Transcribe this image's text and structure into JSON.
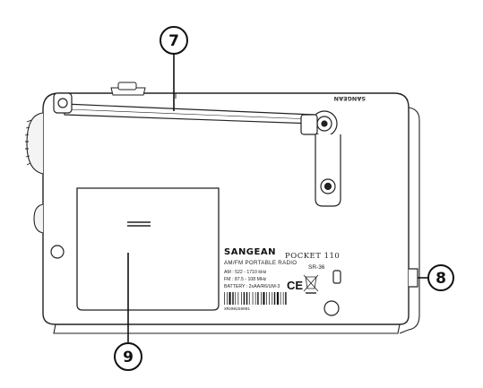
{
  "callouts": [
    {
      "number": "7",
      "target": "telescopic-antenna"
    },
    {
      "number": "8",
      "target": "side-socket"
    },
    {
      "number": "9",
      "target": "battery-compartment-cover"
    }
  ],
  "label": {
    "brand": "SANGEAN",
    "model": "POCKET 110",
    "type": "AM/FM PORTABLE RADIO",
    "model_code": "SR-36",
    "am_spec": "AM : 522 - 1710 kHz",
    "fm_spec": "FM : 87.5 - 108 MHz",
    "battery_spec": "BATTERY : 2xAA/R6/UM-3",
    "ce_mark": "CE",
    "serial": "XM2002G0001"
  },
  "top_brand_mark": "SANGEAN"
}
